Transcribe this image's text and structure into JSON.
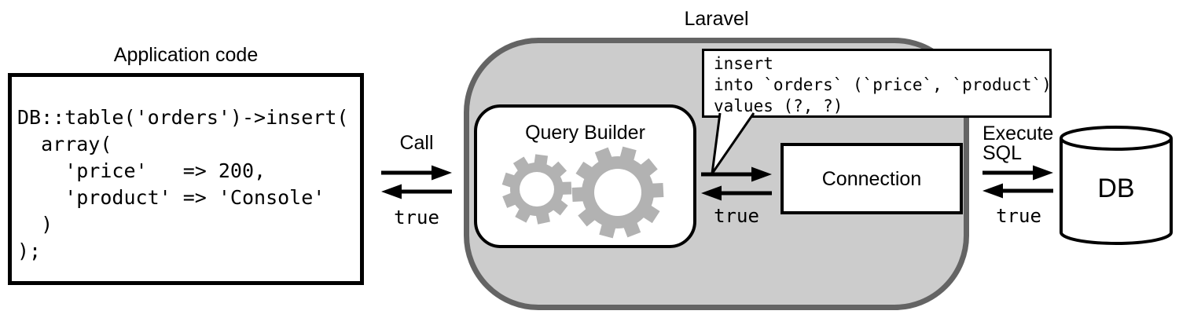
{
  "app": {
    "title": "Application code",
    "code": "DB::table('orders')->insert(\n  array(\n    'price'   => 200,\n    'product' => 'Console'\n  )\n);"
  },
  "laravel": {
    "title": "Laravel",
    "query_builder_label": "Query Builder",
    "connection_label": "Connection",
    "sql_bubble": "insert\ninto `orders` (`price`, `product`)\nvalues (?, ?)"
  },
  "flows": {
    "call_label": "Call",
    "call_return": "true",
    "builder_return": "true",
    "execute_label": "Execute\nSQL",
    "execute_return": "true"
  },
  "db_label": "DB",
  "colors": {
    "laravel_fill": "#cccccc",
    "laravel_border": "#646464",
    "gear": "#b2b2b2",
    "line": "#000000",
    "background": "#ffffff"
  }
}
